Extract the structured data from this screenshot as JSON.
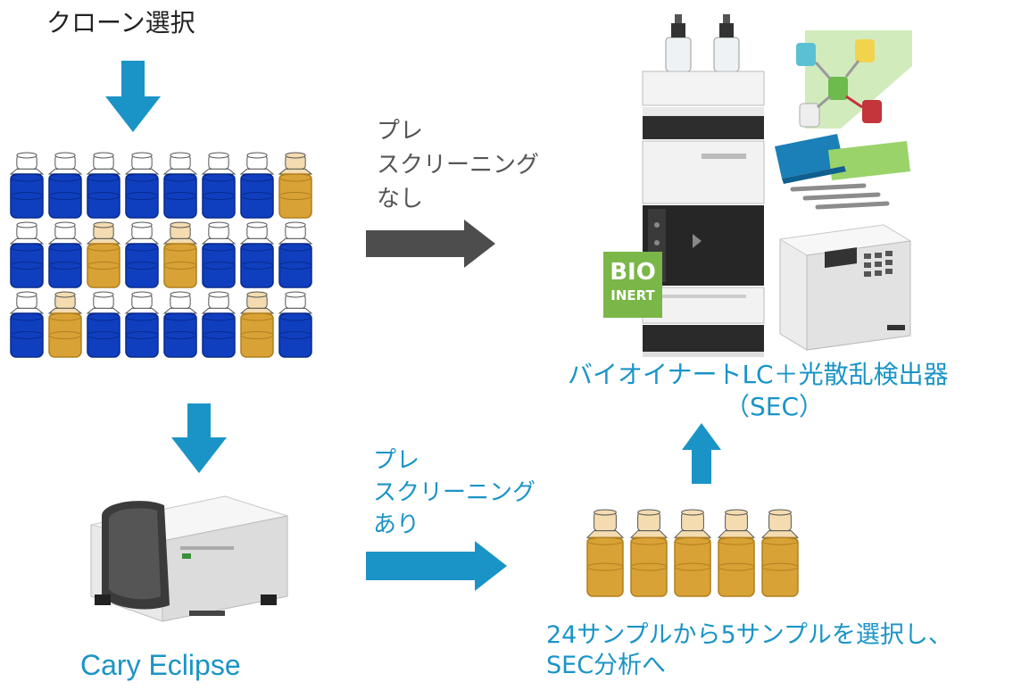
{
  "diagram": {
    "step_clone_selection": "クローン選択",
    "no_prescreen": [
      "プレ",
      "スクリーニング",
      "なし"
    ],
    "with_prescreen": [
      "プレ",
      "スクリーニング",
      "あり"
    ],
    "instrument_fluor": "Cary Eclipse",
    "instrument_lc": [
      "バイオイナートLC＋光散乱検出器",
      "（SEC）"
    ],
    "selection_note": [
      "24サンプルから5サンプルを選択し、",
      "SEC分析へ"
    ],
    "bio_inert_badge": [
      "BIO",
      "INERT"
    ]
  },
  "sample_grid": {
    "rows": [
      [
        "blue",
        "blue",
        "blue",
        "blue",
        "blue",
        "blue",
        "blue",
        "amber"
      ],
      [
        "blue",
        "blue",
        "amber",
        "blue",
        "amber",
        "blue",
        "blue",
        "blue"
      ],
      [
        "blue",
        "amber",
        "blue",
        "blue",
        "blue",
        "blue",
        "amber",
        "blue"
      ]
    ]
  },
  "selected_samples": [
    "amber",
    "amber",
    "amber",
    "amber",
    "amber"
  ],
  "colors": {
    "blue_sample": "#0f3fbf",
    "amber_sample": "#d9a236",
    "accent_blue": "#1a94c6",
    "gray_arrow": "#4d4d4d",
    "bio_green": "#7ab648"
  }
}
